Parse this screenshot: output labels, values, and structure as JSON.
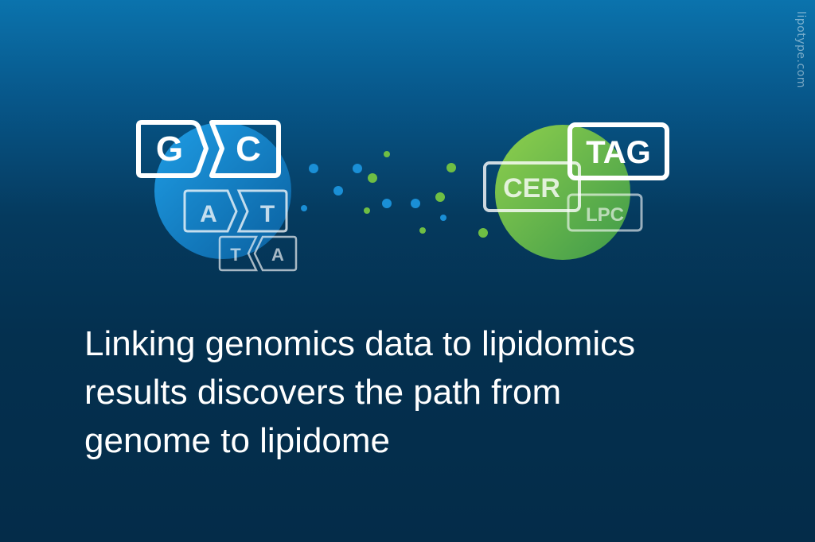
{
  "brand": {
    "url": "lipotype.com"
  },
  "headline": {
    "lines": [
      "Linking genomics data to lipidomics",
      "results discovers the path from",
      "genome to lipidome"
    ]
  },
  "genomics_labels": {
    "g": "G",
    "c": "C",
    "a1": "A",
    "t1": "T",
    "t2": "T",
    "a2": "A"
  },
  "lipid_labels": {
    "tag": "TAG",
    "cer": "CER",
    "lpc": "LPC"
  },
  "colors": {
    "background_top": "#0b73ad",
    "background_bottom": "#042c49",
    "genomics_blue": "#1a8fd6",
    "lipid_green": "#6fbe44",
    "text": "#ffffff"
  }
}
